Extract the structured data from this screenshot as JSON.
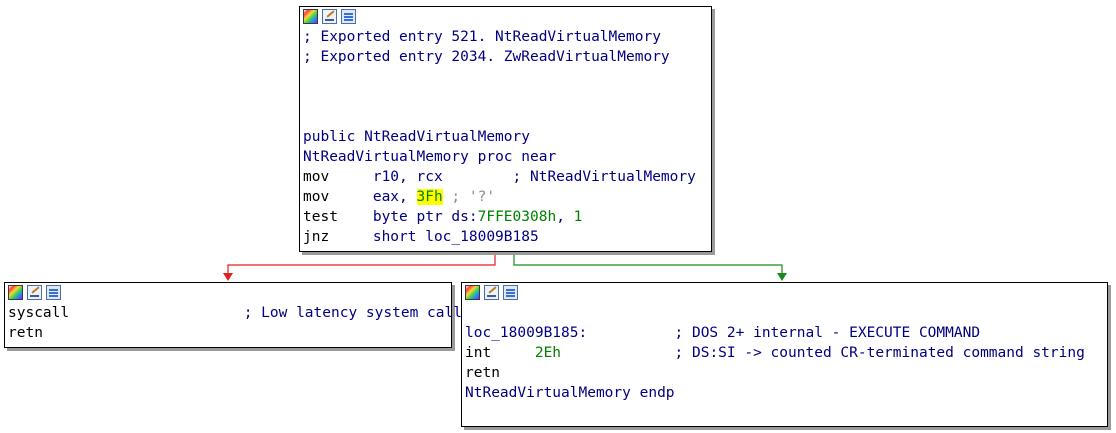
{
  "colors": {
    "edge_false": "#e02020",
    "edge_true": "#1a8a1a",
    "comment": "#000080",
    "mnemonic": "#000000",
    "immediate": "#008000",
    "highlight": "#ffff00"
  },
  "toolbar_icons": [
    "color-palette-icon",
    "rename-pencil-icon",
    "graph-overview-icon"
  ],
  "nodes": {
    "top": {
      "comment1": "; Exported entry 521. NtReadVirtualMemory",
      "comment2": "; Exported entry 2034. ZwReadVirtualMemory",
      "public_kw": "public ",
      "public_name": "NtReadVirtualMemory",
      "proc_name": "NtReadVirtualMemory ",
      "proc_kw": "proc near",
      "ins1": {
        "mnemonic": "mov     ",
        "operands": "r10, rcx        ",
        "comment": "; NtReadVirtualMemory"
      },
      "ins2": {
        "mnemonic": "mov     ",
        "op_prefix": "eax, ",
        "immediate": "3Fh",
        "comment": " ; '?'"
      },
      "ins3": {
        "mnemonic": "test    ",
        "op_prefix": "byte ptr ds:",
        "address": "7FFE0308h",
        "op_sep": ", ",
        "immediate": "1"
      },
      "ins4": {
        "mnemonic": "jnz     ",
        "operands": "short loc_18009B185"
      }
    },
    "left": {
      "ins1": {
        "mnemonic": "syscall",
        "comment": "                    ; Low latency system call"
      },
      "ins2": {
        "mnemonic": "retn"
      }
    },
    "right": {
      "label": "loc_18009B185:",
      "label_comment": "          ; DOS 2+ internal - EXECUTE COMMAND",
      "ins1": {
        "mnemonic": "int     ",
        "immediate": "2Eh",
        "comment": "             ; DS:SI -> counted CR-terminated command string"
      },
      "ins2": {
        "mnemonic": "retn"
      },
      "endp_name": "NtReadVirtualMemory ",
      "endp_kw": "endp"
    }
  }
}
